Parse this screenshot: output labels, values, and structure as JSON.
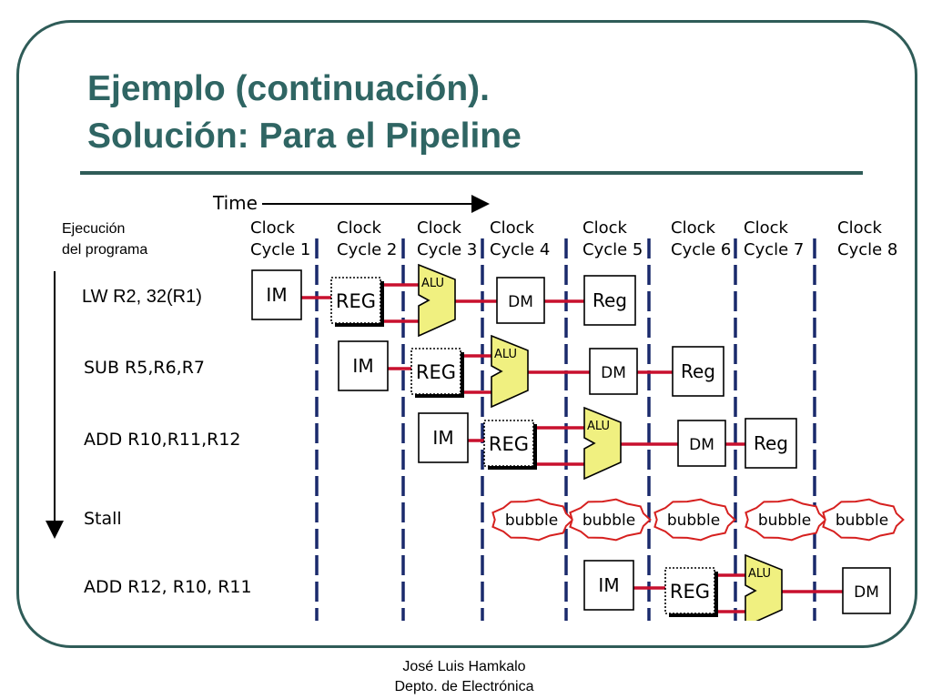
{
  "slide": {
    "title_line1": "Ejemplo (continuación).",
    "title_line2": "Solución: Para el Pipeline",
    "footer_line1": "José Luis Hamkalo",
    "footer_line2": "Depto. de Electrónica"
  },
  "diagram": {
    "time_label": "Time",
    "program_label_line1": "Ejecución",
    "program_label_line2": "del programa",
    "cycles": [
      {
        "line1": "Clock",
        "line2": "Cycle 1"
      },
      {
        "line1": "Clock",
        "line2": "Cycle 2"
      },
      {
        "line1": "Clock",
        "line2": "Cycle 3"
      },
      {
        "line1": "Clock",
        "line2": "Cycle 4"
      },
      {
        "line1": "Clock",
        "line2": "Cycle 5"
      },
      {
        "line1": "Clock",
        "line2": "Cycle 6"
      },
      {
        "line1": "Clock",
        "line2": "Cycle 7"
      },
      {
        "line1": "Clock",
        "line2": "Cycle 8"
      }
    ],
    "instructions": [
      "LW R2, 32(R1)",
      "SUB R5,R6,R7",
      "ADD R10,R11,R12",
      "Stall",
      "ADD R12, R10, R11"
    ],
    "stage_labels": {
      "im": "IM",
      "reg": "REG",
      "alu": "ALU",
      "dm": "DM",
      "wb": "Reg",
      "bubble": "bubble"
    },
    "colors": {
      "frame": "#2f5c58",
      "title": "#2f6563",
      "alu_fill": "#f0f080",
      "wire": "#c8102e",
      "cycle_divider": "#1a2a6c",
      "bubble_outline": "#d6201f"
    }
  }
}
